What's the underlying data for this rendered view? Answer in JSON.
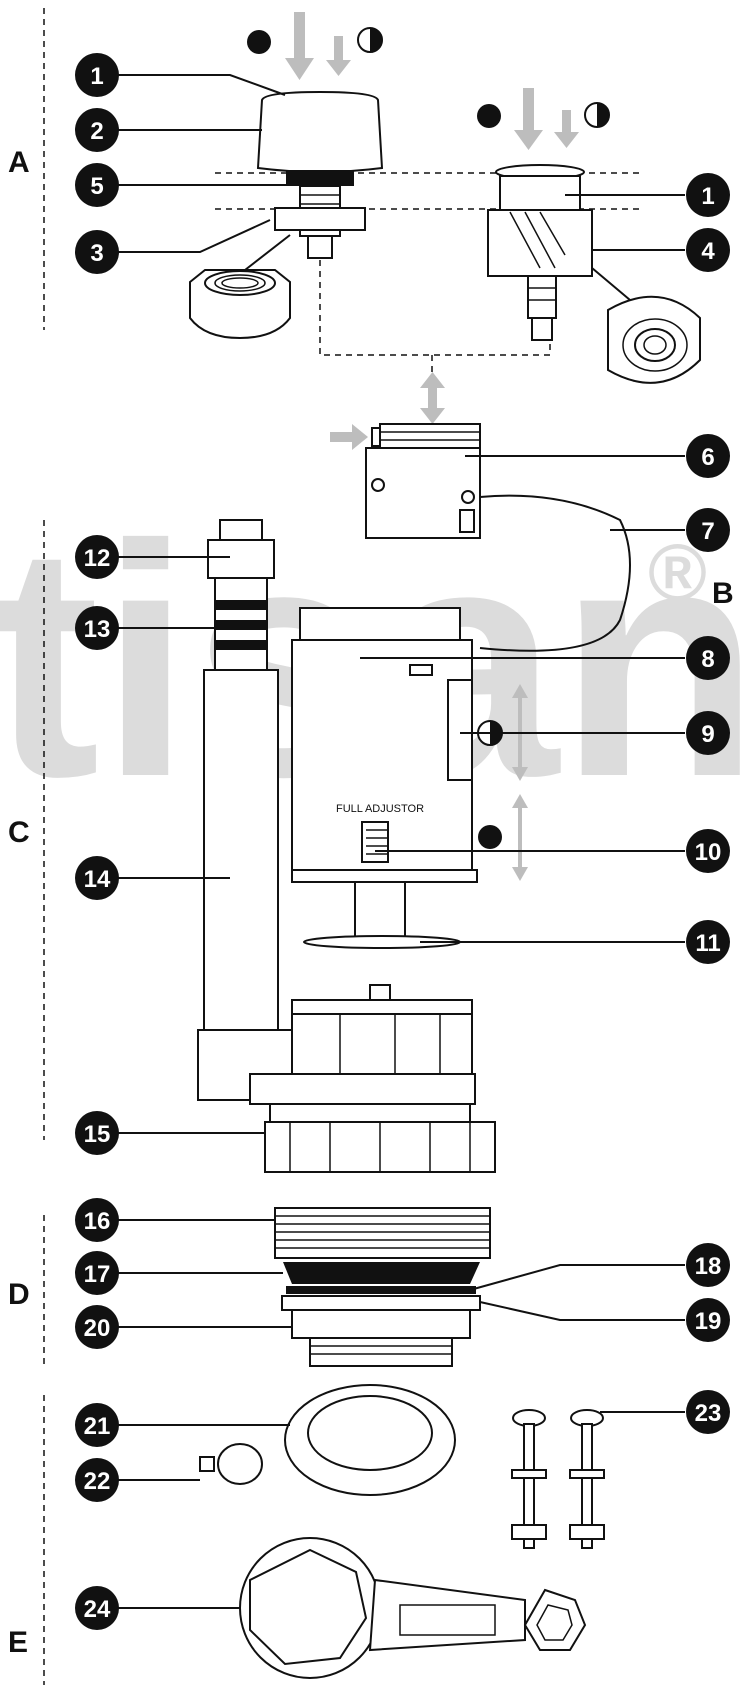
{
  "watermark": {
    "text": "tisan",
    "registered": "®"
  },
  "sections": [
    "A",
    "B",
    "C",
    "D",
    "E"
  ],
  "labels": {
    "full_adjustor": "FULL ADJUSTOR"
  },
  "callouts": {
    "n1a": "1",
    "n1b": "1",
    "n2": "2",
    "n3": "3",
    "n4": "4",
    "n5": "5",
    "n6": "6",
    "n7": "7",
    "n8": "8",
    "n9": "9",
    "n10": "10",
    "n11": "11",
    "n12": "12",
    "n13": "13",
    "n14": "14",
    "n15": "15",
    "n16": "16",
    "n17": "17",
    "n18": "18",
    "n19": "19",
    "n20": "20",
    "n21": "21",
    "n22": "22",
    "n23": "23",
    "n24": "24"
  },
  "icons": [
    "full-flush-icon",
    "half-flush-icon",
    "arrow-down-icon",
    "double-arrow-icon"
  ]
}
